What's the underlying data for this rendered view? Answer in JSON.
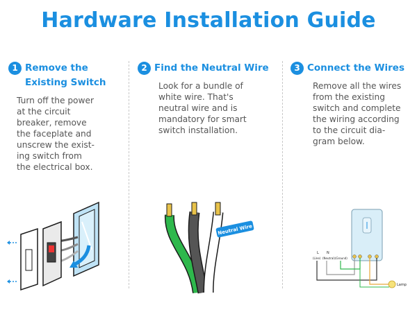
{
  "title": "Hardware Installation Guide",
  "steps": [
    {
      "number": "1",
      "title_line1": "Remove the",
      "title_line2": "Existing Switch",
      "lines": [
        "Turn off the power",
        "at the circuit",
        "breaker, remove",
        "the faceplate and",
        "unscrew the exist-",
        "ing switch from",
        "the electrical box."
      ]
    },
    {
      "number": "2",
      "title_line1": "Find the Neutral Wire",
      "lines": [
        "Look for a bundle of",
        "white wire. That's",
        "neutral wire and is",
        "mandatory for smart",
        "switch installation."
      ]
    },
    {
      "number": "3",
      "title_line1": "Connect the Wires",
      "lines": [
        "Remove all the wires",
        "from the existing",
        "switch and complete",
        "the wiring according",
        "to the circuit dia-",
        "gram below."
      ]
    }
  ],
  "neutral_tag": "Neutral Wire",
  "diagram": {
    "label_l": "L",
    "label_n": "N",
    "label_line": "(Line)",
    "label_neutral": "(Neutral)",
    "label_ground": "(Ground)",
    "label_lamp": "Lamp"
  },
  "colors": {
    "accent": "#1b8fe0",
    "neutral_wire": "#ffffff",
    "ground_wire": "#2eb84c",
    "black_wire": "#555555"
  },
  "icons": [
    "step-number-badge",
    "light-switch-illustration",
    "wire-bundle-illustration",
    "wiring-diagram-illustration"
  ]
}
